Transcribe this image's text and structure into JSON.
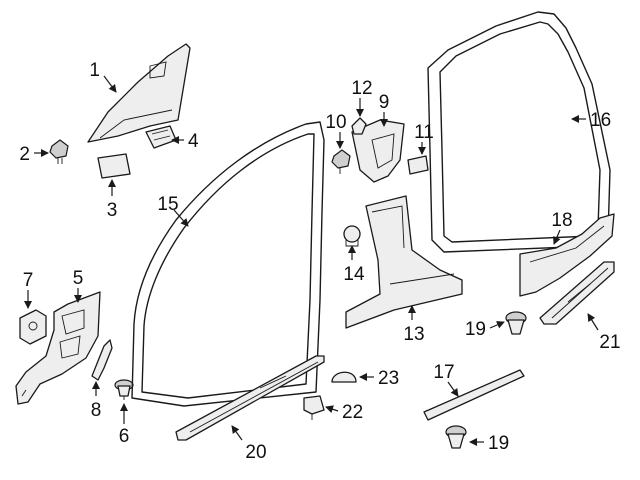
{
  "callouts": {
    "c1": "1",
    "c2": "2",
    "c3": "3",
    "c4": "4",
    "c5": "5",
    "c6": "6",
    "c7": "7",
    "c8": "8",
    "c9": "9",
    "c10": "10",
    "c11": "11",
    "c12": "12",
    "c13": "13",
    "c14": "14",
    "c15": "15",
    "c16": "16",
    "c17": "17",
    "c18": "18",
    "c19a": "19",
    "c19b": "19",
    "c20": "20",
    "c21": "21",
    "c22": "22",
    "c23": "23"
  },
  "colors": {
    "line": "#1a1a1a",
    "fill": "#eeeeee",
    "background": "#ffffff"
  }
}
